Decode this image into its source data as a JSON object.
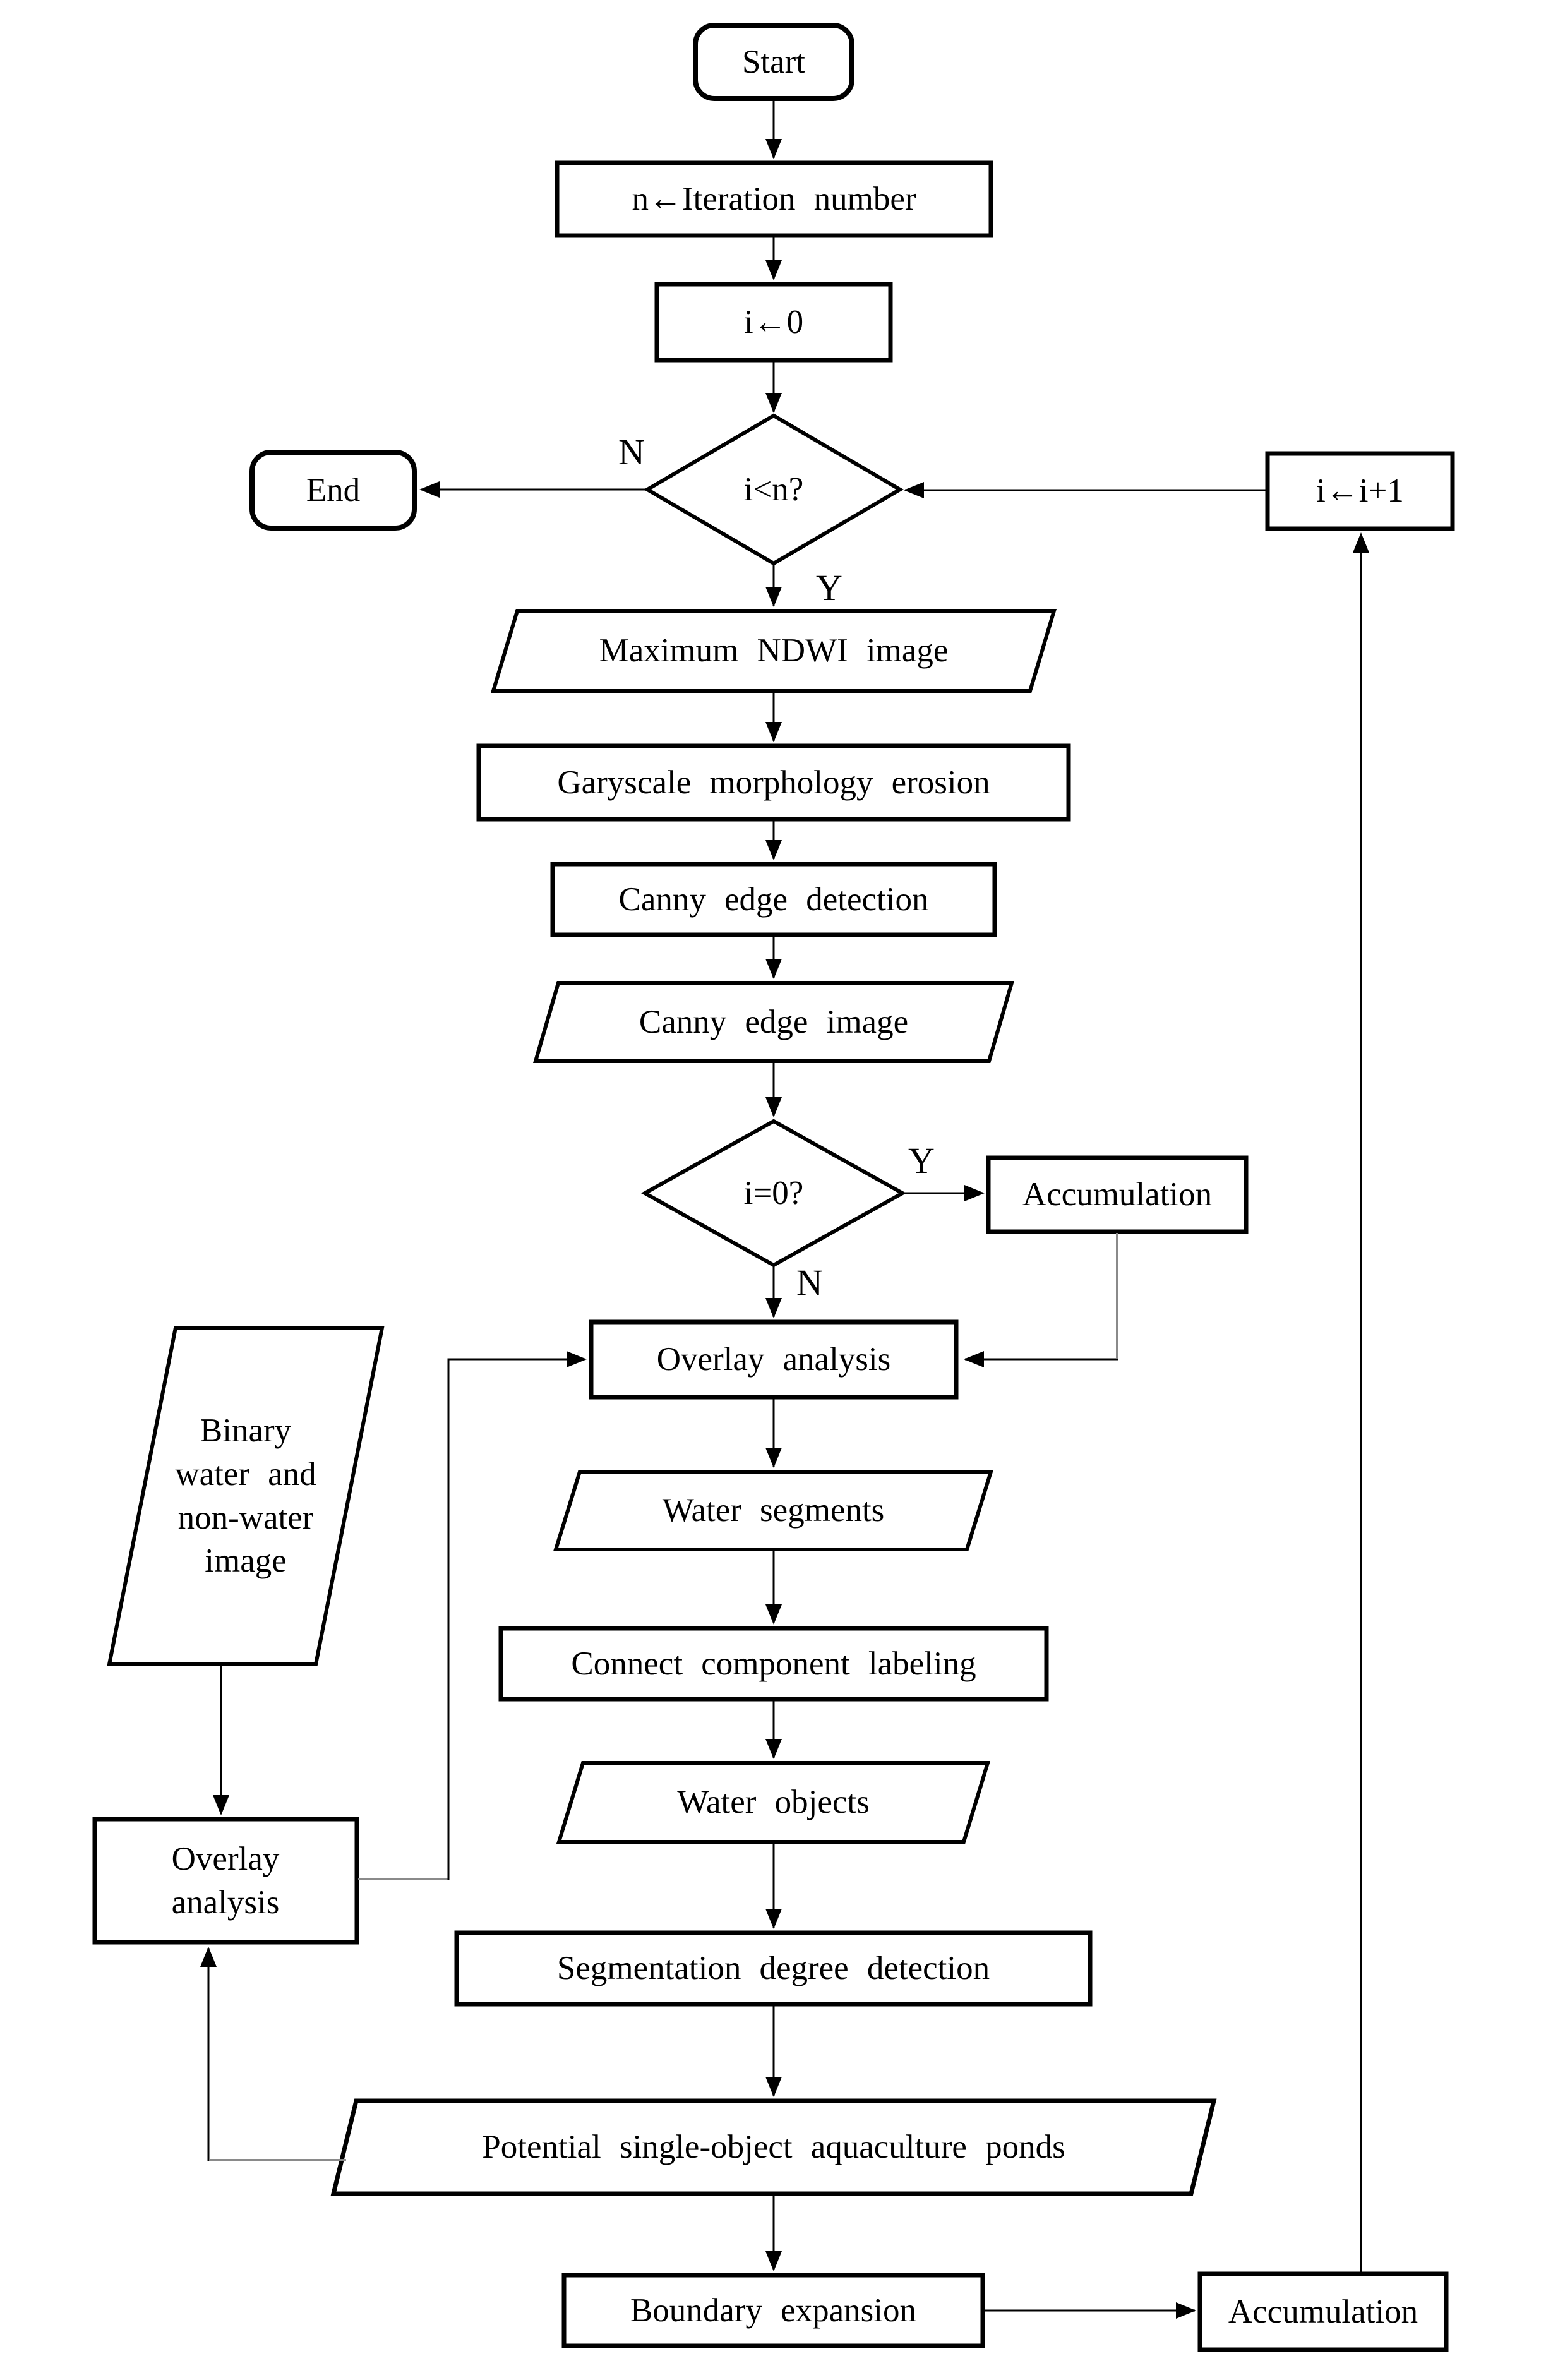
{
  "diagram": {
    "type": "flowchart",
    "background_color": "#ffffff",
    "stroke_color": "#000000",
    "gray_connector_color": "#8a8a8a",
    "nodes": {
      "start": {
        "label": "Start",
        "shape": "terminator"
      },
      "iteration": {
        "label": "n←Iteration number",
        "shape": "process"
      },
      "init": {
        "label": "i←0",
        "shape": "process"
      },
      "loop_check": {
        "label": "i<n?",
        "shape": "decision"
      },
      "end": {
        "label": "End",
        "shape": "terminator"
      },
      "increment": {
        "label": "i←i+1",
        "shape": "process"
      },
      "ndwi": {
        "label": "Maximum NDWI image",
        "shape": "data"
      },
      "grayscale_erosion": {
        "label": "Garyscale morphology erosion",
        "shape": "process"
      },
      "canny_detection": {
        "label": "Canny edge detection",
        "shape": "process"
      },
      "canny_image": {
        "label": "Canny edge image",
        "shape": "data"
      },
      "i_zero_check": {
        "label": "i=0?",
        "shape": "decision"
      },
      "accumulation_top": {
        "label": "Accumulation",
        "shape": "process"
      },
      "overlay_main": {
        "label": "Overlay analysis",
        "shape": "process"
      },
      "water_segments": {
        "label": "Water segments",
        "shape": "data"
      },
      "connect_labeling": {
        "label": "Connect component labeling",
        "shape": "process"
      },
      "water_objects": {
        "label": "Water objects",
        "shape": "data"
      },
      "segmentation_degree": {
        "label": "Segmentation degree detection",
        "shape": "process"
      },
      "potential_ponds": {
        "label": "Potential single-object aquaculture ponds",
        "shape": "data"
      },
      "boundary_expansion": {
        "label": "Boundary expansion",
        "shape": "process"
      },
      "accumulation_bottom": {
        "label": "Accumulation",
        "shape": "process"
      },
      "binary_water": {
        "label": "Binary water and non-water image",
        "shape": "data"
      },
      "overlay_left": {
        "label": "Overlay analysis",
        "shape": "process"
      }
    },
    "edge_labels": {
      "loop_no": "N",
      "loop_yes": "Y",
      "zero_yes": "Y",
      "zero_no": "N"
    }
  }
}
